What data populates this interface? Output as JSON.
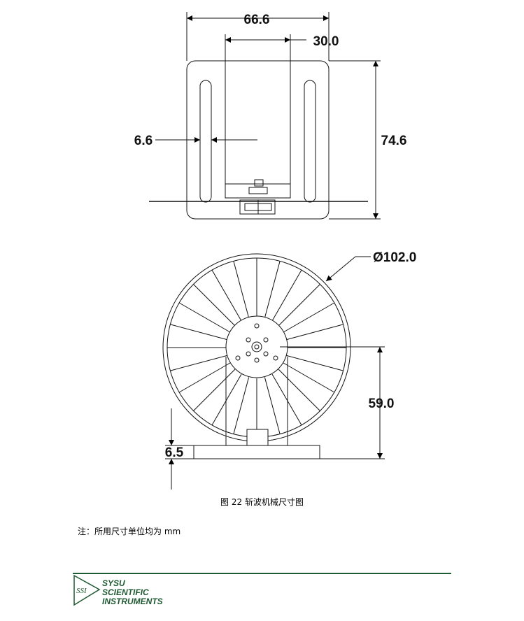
{
  "figure": {
    "dimensions": {
      "overall_width": "66.6",
      "inner_width": "30.0",
      "slot_offset": "6.6",
      "overall_height": "74.6",
      "wheel_diameter": "Ø102.0",
      "axis_height": "59.0",
      "base_height": "6.5"
    },
    "caption": "图 22  斩波机械尺寸图"
  },
  "note": "注：所用尺寸单位均为 mm",
  "footer": {
    "logo_mark": "SSI",
    "company_lines": [
      "SYSU",
      "SCIENTIFIC",
      "INSTRUMENTS"
    ],
    "brand_color": "#1f5a33"
  }
}
